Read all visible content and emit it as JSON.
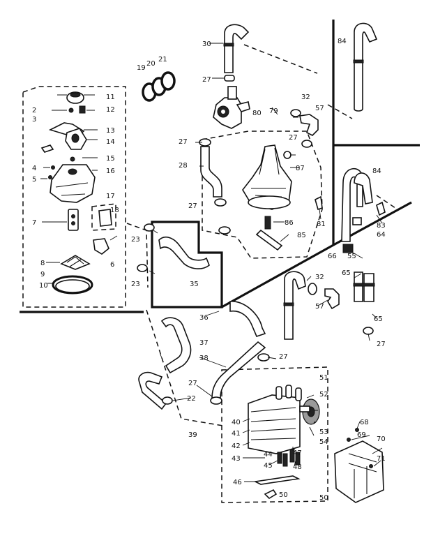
{
  "labels": [
    "30",
    "27",
    "32",
    "57",
    "79",
    "80",
    "84",
    "19",
    "20",
    "21",
    "11",
    "12",
    "2",
    "3",
    "13",
    "14",
    "15",
    "16",
    "4",
    "5",
    "17",
    "18",
    "7",
    "8",
    "6",
    "9",
    "10",
    "23",
    "23",
    "28",
    "87",
    "86",
    "85",
    "81",
    "83",
    "64",
    "66",
    "65",
    "55",
    "35",
    "36",
    "37",
    "38",
    "32",
    "57",
    "65",
    "27",
    "22",
    "39",
    "51",
    "52",
    "53",
    "54",
    "40",
    "41",
    "42",
    "43",
    "44",
    "45",
    "47",
    "48",
    "46",
    "50",
    "50",
    "68",
    "69",
    "70",
    "71",
    "27",
    "27",
    "27",
    "27",
    "27",
    "84"
  ]
}
